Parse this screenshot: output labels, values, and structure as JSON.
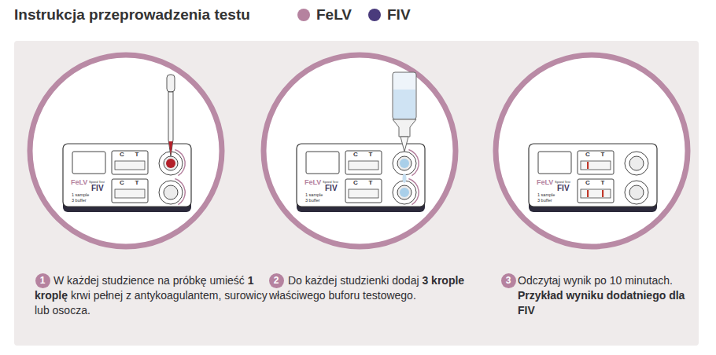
{
  "diagram": {
    "title": "Instrukcja przeprowadzenia testu",
    "nodes": [
      {
        "text": [
          "C",
          "T",
          "C",
          "T",
          "FeLV",
          "Speed Test",
          "FIV",
          "1 sample",
          "3 buffer"
        ]
      },
      {
        "text": [
          "1"
        ]
      },
      {
        "text": [
          "C",
          "T",
          "C",
          "T",
          "FeLV",
          "Speed Test",
          "FIV",
          "1 sample",
          "3 buffer"
        ]
      },
      {
        "text": [
          "2"
        ]
      },
      {
        "text": [
          "C",
          "T",
          "C",
          "T",
          "FeLV",
          "Speed Test",
          "FIV",
          "1 sample",
          "3 buffer"
        ]
      },
      {
        "text": [
          "3"
        ]
      }
    ],
    "labels": [
      "W każdej studzience na próbkę umieść",
      "1 kroplę",
      "krwi pełnej z antykoagulantem, surowicy lub osocza.",
      "Do każdej studzienki dodaj",
      "3 krople",
      "właściwego buforu testowego.",
      "Odczytaj wynik po 10 minutach.",
      "Przykład wyniku dodatniego dla FIV"
    ],
    "legend": [
      {
        "text": "FeLV",
        "color": "#b5829f"
      },
      {
        "text": "FIV",
        "color": "#4a3b7c"
      }
    ]
  }
}
